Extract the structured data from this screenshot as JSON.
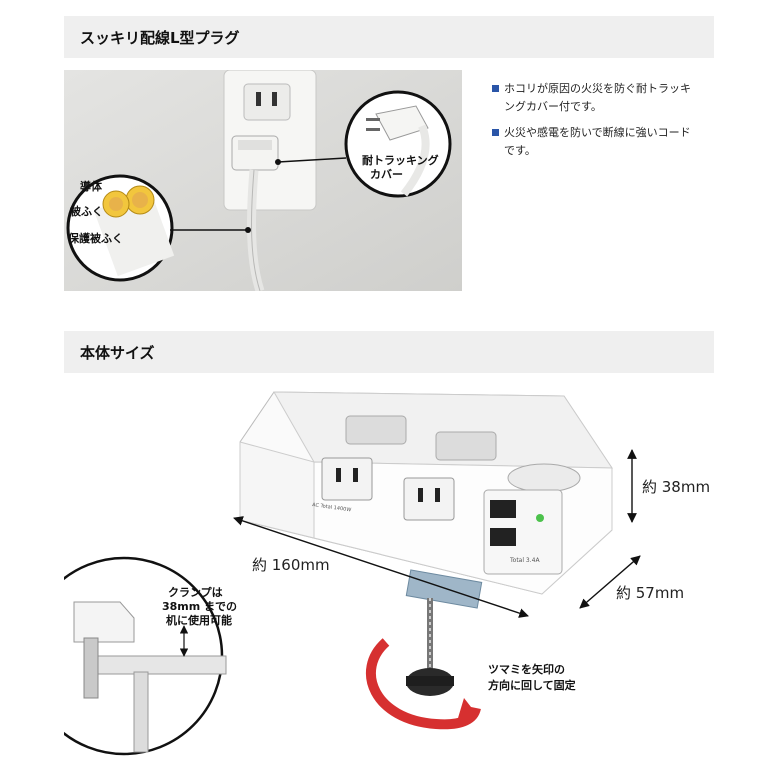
{
  "section1": {
    "title": "スッキリ配線L型プラグ",
    "callouts": {
      "conductor": "導体",
      "coating": "被ふく",
      "protective_coating": "保護被ふく",
      "tracking_cover_line1": "耐トラッキング",
      "tracking_cover_line2": "カバー"
    },
    "bullets": [
      {
        "line1": "ホコリが原因の火災を防ぐ耐トラッキ",
        "line2": "ングカバー付です。"
      },
      {
        "line1": "火災や感電を防いで断線に強いコード",
        "line2": "です。"
      }
    ]
  },
  "section2": {
    "title": "本体サイズ",
    "dimensions": {
      "height": "約 38mm",
      "width": "約 160mm",
      "depth": "約 57mm"
    },
    "clamp_note": {
      "line1": "クランプは",
      "line2": "38mm までの",
      "line3": "机に使用可能"
    },
    "knob_note": {
      "line1": "ツマミを矢印の",
      "line2": "方向に回して固定"
    },
    "product_labels": {
      "ac_total": "AC Total 1400W",
      "usb_total": "Total 3.4A"
    }
  },
  "colors": {
    "bullet_square": "#2a55a8",
    "header_bg": "#efefef",
    "arrow_red": "#d63030"
  }
}
